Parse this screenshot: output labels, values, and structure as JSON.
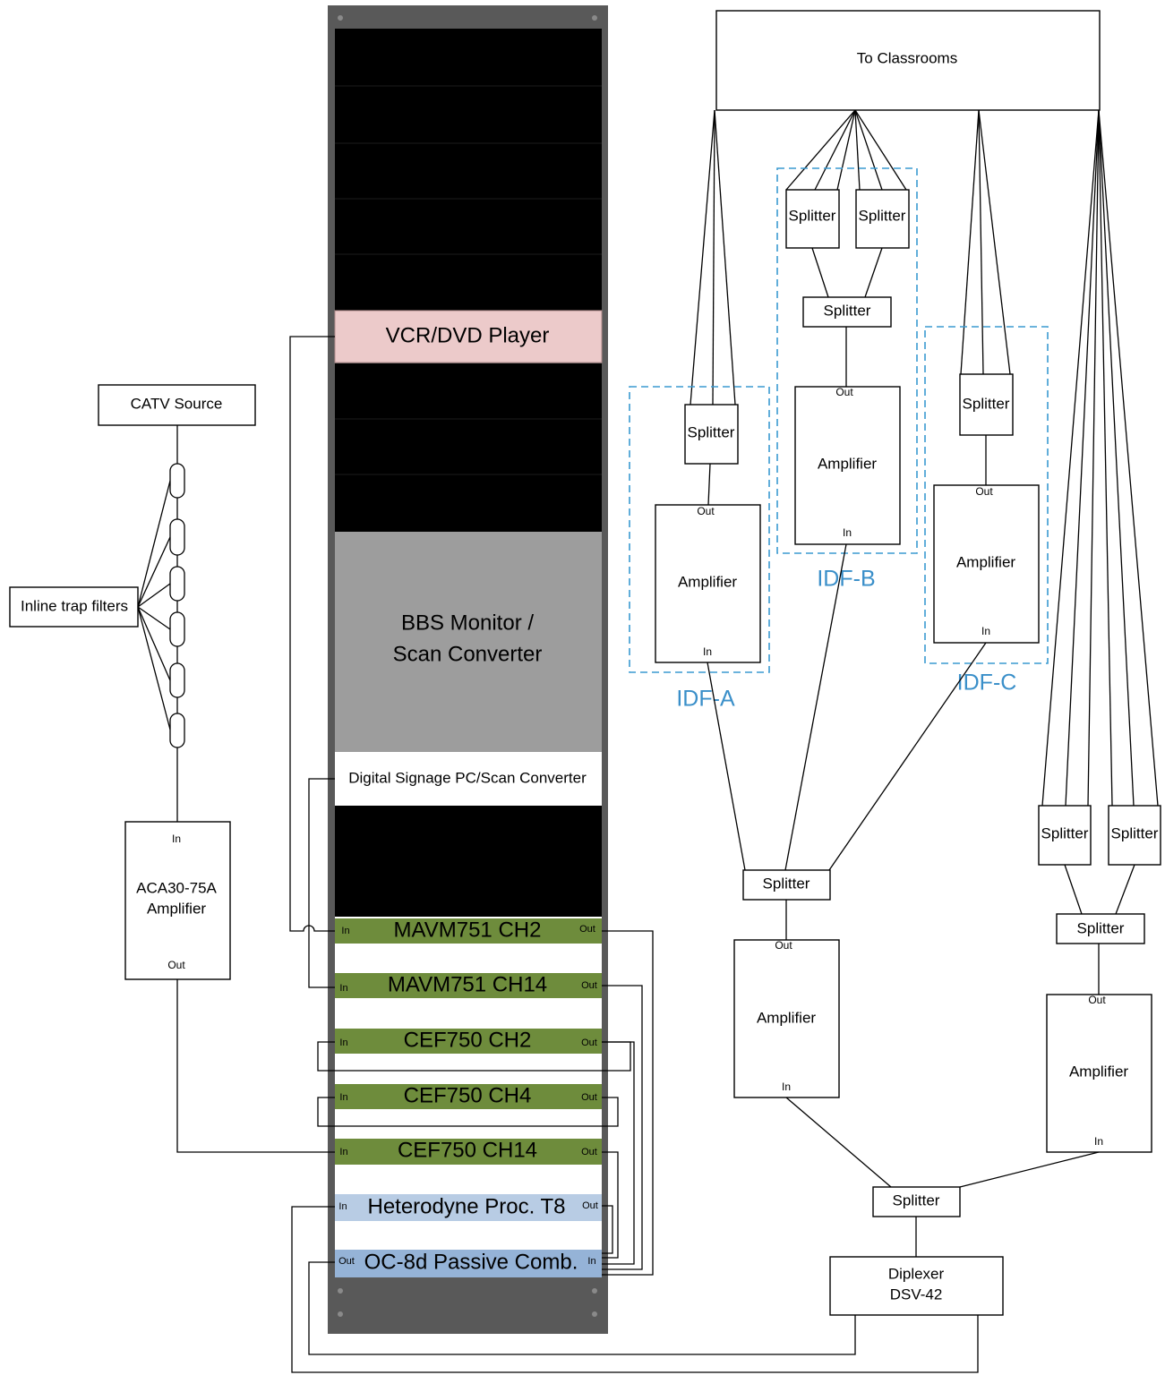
{
  "to_classrooms": "To Classrooms",
  "catv_source": "CATV Source",
  "inline_trap_filters": "Inline trap filters",
  "aca_amp": {
    "in": "In",
    "line1": "ACA30-75A",
    "line2": "Amplifier",
    "out": "Out"
  },
  "rack": {
    "vcr": "VCR/DVD Player",
    "bbs_line1": "BBS Monitor /",
    "bbs_line2": "Scan Converter",
    "digital_signage": "Digital Signage PC/Scan Converter",
    "mavm_ch2": "MAVM751 CH2",
    "mavm_ch14": "MAVM751 CH14",
    "cef_ch2": "CEF750 CH2",
    "cef_ch4": "CEF750 CH4",
    "cef_ch14": "CEF750 CH14",
    "heterodyne": "Heterodyne Proc. T8",
    "combiner": "OC-8d Passive Comb.",
    "port_in": "In",
    "port_out": "Out"
  },
  "splitter": "Splitter",
  "amplifier": "Amplifier",
  "port_in": "In",
  "port_out": "Out",
  "idf_a": "IDF-A",
  "idf_b": "IDF-B",
  "idf_c": "IDF-C",
  "diplexer_line1": "Diplexer",
  "diplexer_line2": "DSV-42",
  "colors": {
    "rack_frame": "#595959",
    "rack_black": "#000000",
    "vcr_pink": "#eccaca",
    "bbs_gray": "#9d9d9d",
    "modulator_green": "#6e8c3c",
    "heterodyne_blue": "#b8cce4",
    "combiner_blue": "#95b3d7",
    "idf_blue": "#3a9ad1"
  }
}
